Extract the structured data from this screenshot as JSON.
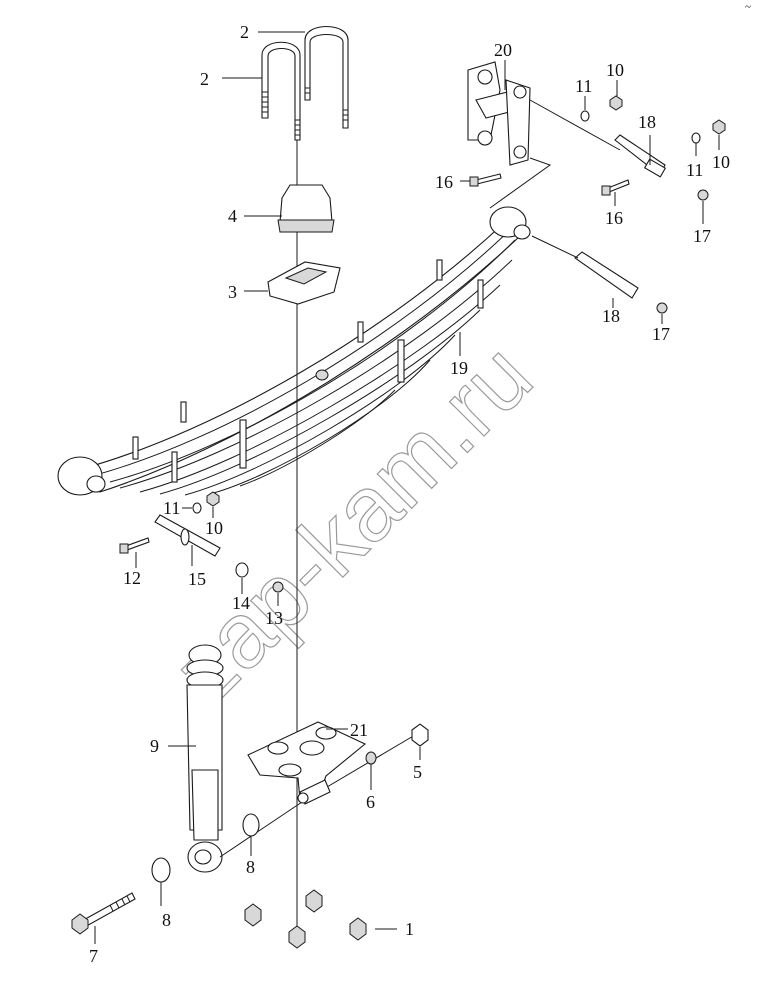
{
  "watermark": "zap-kam.ru",
  "corner_mark": "~",
  "callouts": [
    "1",
    "2",
    "2",
    "3",
    "4",
    "5",
    "6",
    "7",
    "8",
    "8",
    "9",
    "10",
    "10",
    "10",
    "11",
    "11",
    "11",
    "12",
    "13",
    "14",
    "15",
    "16",
    "16",
    "17",
    "17",
    "18",
    "18",
    "19",
    "20",
    "21"
  ],
  "colors": {
    "ink": "#1a1a1a",
    "watermark": "#9a9a9a",
    "background": "#ffffff"
  }
}
